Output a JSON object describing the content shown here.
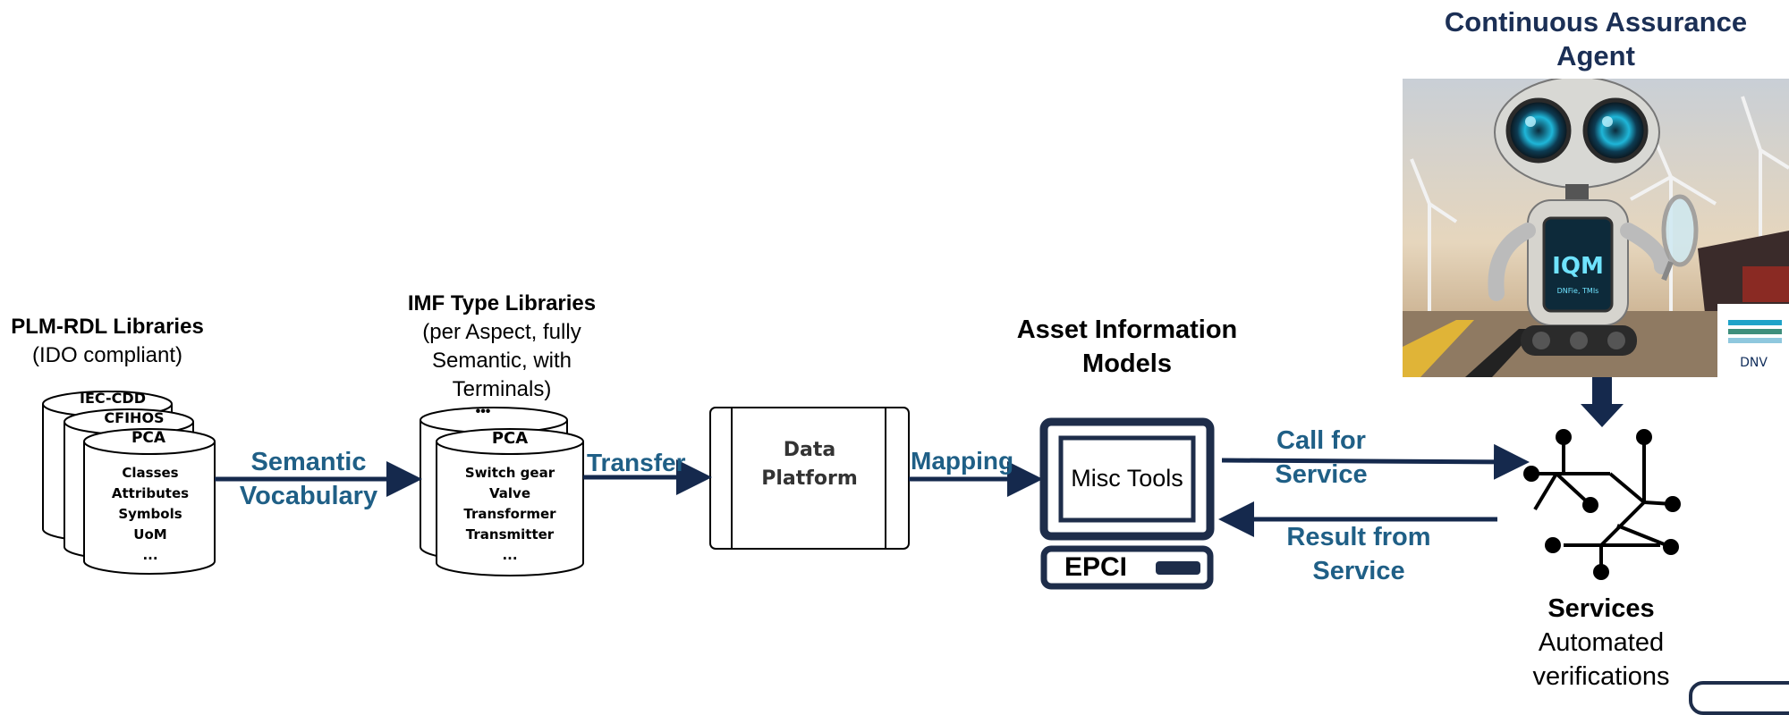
{
  "plm": {
    "title": "PLM-RDL Libraries",
    "subtitle": "(IDO compliant)",
    "back_labels": [
      "IEC-CDD",
      "CFIHOS"
    ],
    "front_label": "PCA",
    "items": [
      "Classes",
      "Attributes",
      "Symbols",
      "UoM",
      "..."
    ]
  },
  "arrow1": {
    "line1": "Semantic",
    "line2": "Vocabulary"
  },
  "imf": {
    "title": "IMF Type Libraries",
    "subtitle_lines": [
      "(per Aspect, fully",
      "Semantic, with",
      "Terminals)"
    ],
    "back_label": "•••",
    "front_label": "PCA",
    "items": [
      "Switch gear",
      "Valve",
      "Transformer",
      "Transmitter",
      "..."
    ]
  },
  "arrow2": {
    "label": "Transfer"
  },
  "platform": {
    "line1": "Data",
    "line2": "Platform"
  },
  "arrow3": {
    "label": "Mapping"
  },
  "aim": {
    "line1": "Asset Information",
    "line2": "Models",
    "screen_label": "Misc Tools",
    "base_label": "EPCI"
  },
  "call": {
    "line1": "Call for",
    "line2": "Service"
  },
  "result": {
    "line1": "Result from",
    "line2": "Service"
  },
  "agent": {
    "line1": "Continuous Assurance",
    "line2": "Agent",
    "badge_text": "IQM",
    "badge_sub": "DNFie, TMIs",
    "logo_text": "DNV"
  },
  "services": {
    "title": "Services",
    "line1": "Automated",
    "line2": "verifications"
  },
  "colors": {
    "arrow": "#15294d",
    "label_blue": "#1f5f86",
    "device": "#1e2d4a"
  }
}
